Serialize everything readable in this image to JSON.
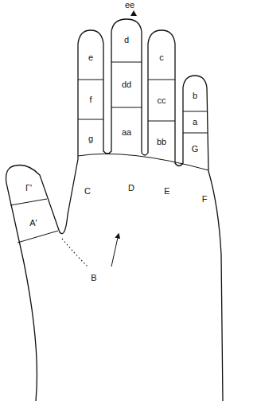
{
  "diagram": {
    "labels": [
      "ee",
      "e",
      "d",
      "c",
      "b",
      "f",
      "dd",
      "cc",
      "a",
      "g",
      "aa",
      "bb",
      "G",
      "Γ'",
      "A'",
      "C",
      "D",
      "E",
      "F",
      "B"
    ]
  }
}
